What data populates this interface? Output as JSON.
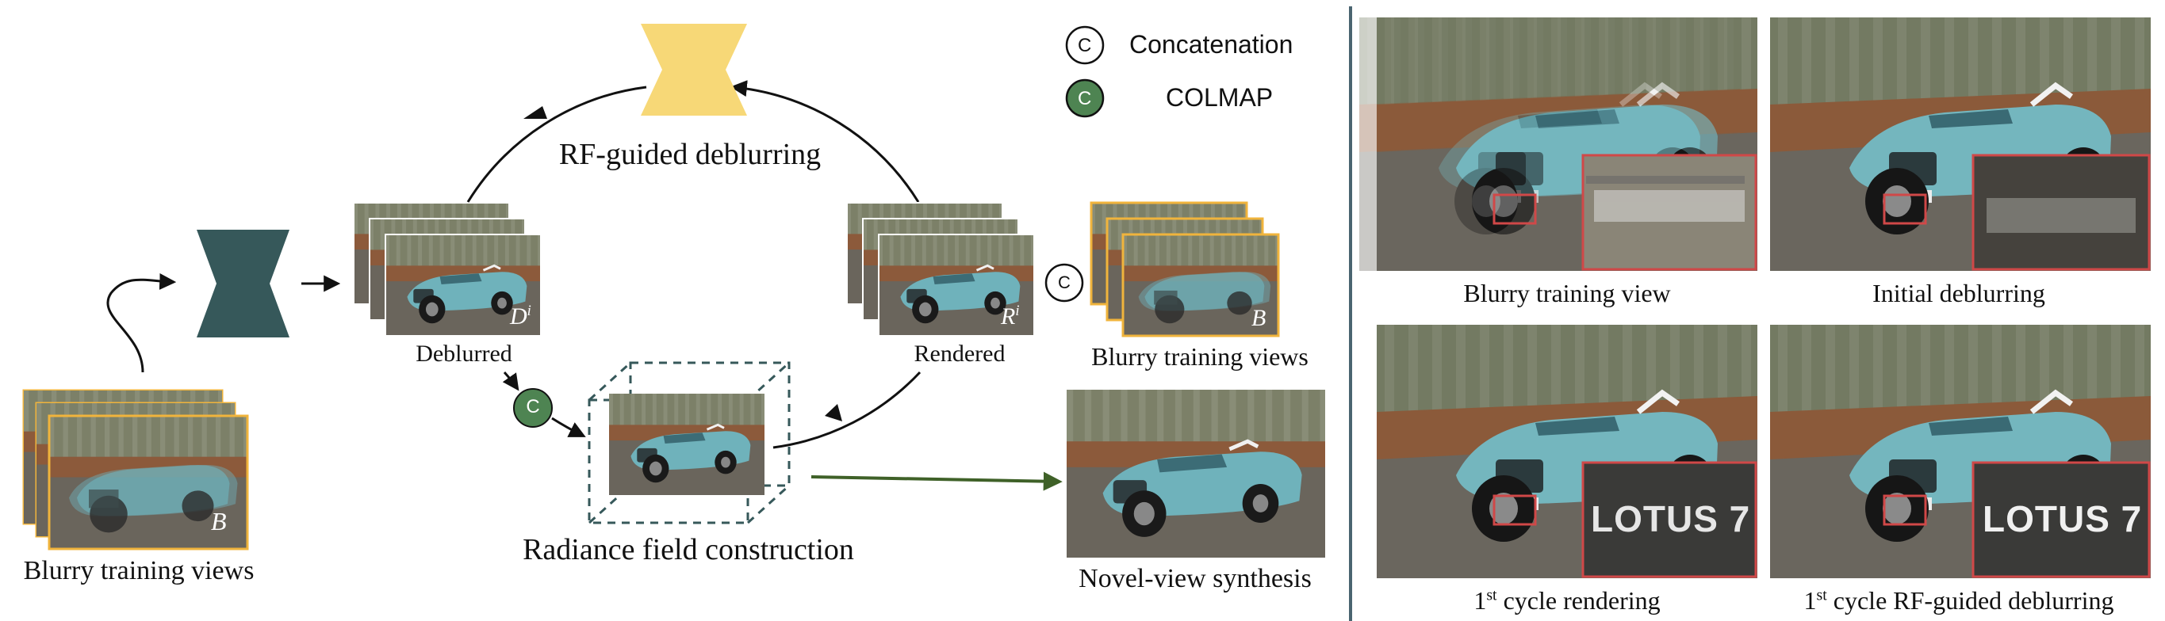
{
  "legend": {
    "concat_symbol": "C",
    "concat_label": "Concatenation",
    "colmap_symbol": "C",
    "colmap_label": "COLMAP"
  },
  "pipeline": {
    "top_label": "RF-guided deblurring",
    "input_label": "Blurry training views",
    "input_tag": "B",
    "deblurred_label": "Deblurred",
    "deblurred_tag_base": "D",
    "deblurred_tag_sup": "i",
    "rendered_label": "Rendered",
    "rendered_tag_base": "R",
    "rendered_tag_sup": "i",
    "blurry_right_label": "Blurry training views",
    "blurry_right_tag": "B",
    "construction_label": "Radiance field construction",
    "novel_label": "Novel-view synthesis",
    "car_plate": "LOTUS 7"
  },
  "comparison": {
    "panels": [
      {
        "label": "Blurry training view"
      },
      {
        "label": "Initial deblurring"
      },
      {
        "label_sup": "st",
        "label_pre": "1",
        "label_post": " cycle rendering"
      },
      {
        "label_sup": "st",
        "label_pre": "1",
        "label_post": " cycle RF-guided deblurring"
      }
    ]
  },
  "colors": {
    "network_dark": "#36585a",
    "network_yellow": "#f7d877",
    "frame_orange": "#f0b43c",
    "colmap_green": "#4e8452",
    "inset_red": "#d04848",
    "arrow_green": "#3f6128",
    "divider": "#4a6470"
  }
}
